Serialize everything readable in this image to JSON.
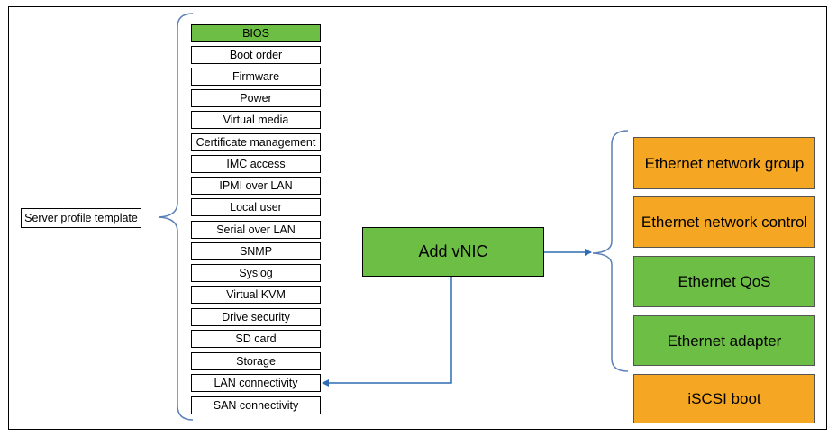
{
  "root": {
    "label": "Server profile template"
  },
  "policies": [
    {
      "label": "BIOS",
      "highlight": true
    },
    {
      "label": "Boot order",
      "highlight": false
    },
    {
      "label": "Firmware",
      "highlight": false
    },
    {
      "label": "Power",
      "highlight": false
    },
    {
      "label": "Virtual media",
      "highlight": false
    },
    {
      "label": "Certificate management",
      "highlight": false
    },
    {
      "label": "IMC access",
      "highlight": false
    },
    {
      "label": "IPMI over LAN",
      "highlight": false
    },
    {
      "label": "Local user",
      "highlight": false
    },
    {
      "label": "Serial over LAN",
      "highlight": false
    },
    {
      "label": "SNMP",
      "highlight": false
    },
    {
      "label": "Syslog",
      "highlight": false
    },
    {
      "label": "Virtual KVM",
      "highlight": false
    },
    {
      "label": "Drive security",
      "highlight": false
    },
    {
      "label": "SD card",
      "highlight": false
    },
    {
      "label": "Storage",
      "highlight": false
    },
    {
      "label": "LAN connectivity",
      "highlight": false
    },
    {
      "label": "SAN connectivity",
      "highlight": false
    }
  ],
  "center": {
    "label": "Add vNIC"
  },
  "vnic_policies": [
    {
      "label": "Ethernet network group",
      "color": "orange"
    },
    {
      "label": "Ethernet network control",
      "color": "orange"
    },
    {
      "label": "Ethernet QoS",
      "color": "green"
    },
    {
      "label": "Ethernet adapter",
      "color": "green"
    },
    {
      "label": "iSCSI boot",
      "color": "orange"
    }
  ],
  "colors": {
    "green": "#6cbe45",
    "orange": "#f5a623",
    "connector": "#2e6db4",
    "brace": "#5b7fb8"
  }
}
